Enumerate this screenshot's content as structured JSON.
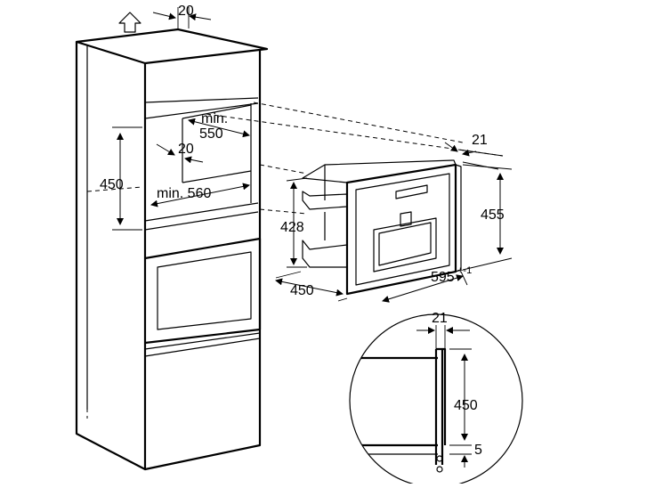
{
  "cabinet": {
    "vent_clearance": "20",
    "niche_depth_label_line1": "min.",
    "niche_depth_label_line2": "550",
    "inner_clearance": "20",
    "niche_height": "450",
    "niche_width_label": "min. 560"
  },
  "appliance": {
    "front_depth": "21",
    "body_height": "428",
    "front_height": "455",
    "body_depth": "450",
    "front_width": "595",
    "front_width_tolerance": "+-1"
  },
  "detail": {
    "panel_gap": "21",
    "height": "450",
    "offset": "5"
  }
}
